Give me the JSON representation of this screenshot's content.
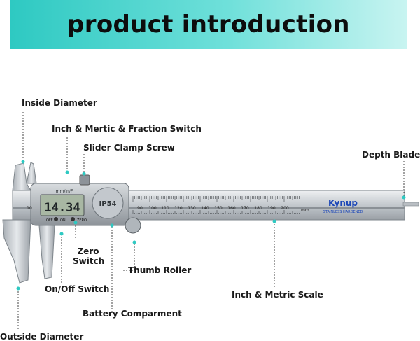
{
  "banner": {
    "title": "product introduction",
    "color_start": "#2ec9c2",
    "color_end": "#c8f4f1"
  },
  "caliper": {
    "brand": "Kynup",
    "brand_sub": "STAINLESS   HARDENED",
    "display_value": "14.34",
    "display_top_label": "mm/in/F",
    "ip_badge": "IP54",
    "button_labels": [
      "OFF",
      "ON",
      "ZERO"
    ],
    "scale_numbers": [
      "10",
      "90",
      "100",
      "110",
      "120",
      "130",
      "140",
      "150",
      "160",
      "170",
      "180",
      "190",
      "200"
    ],
    "scale_unit": "mm"
  },
  "labels": {
    "inside_diameter": "Inside Diameter",
    "inch_metric_switch": "Inch & Mertic & Fraction Switch",
    "slider_clamp": "Slider Clamp Screw",
    "depth_blade": "Depth Blade",
    "zero_switch_1": "Zero",
    "zero_switch_2": "Switch",
    "thumb_roller": "Thumb Roller",
    "on_off": "On/Off Switch",
    "scale": "Inch & Metric Scale",
    "battery": "Battery Comparment",
    "outside_diameter": "Outside Diameter"
  },
  "colors": {
    "accent_dot": "#2ec9c2",
    "steel": "#c9ced3",
    "lcd": "#a8b7a3"
  }
}
